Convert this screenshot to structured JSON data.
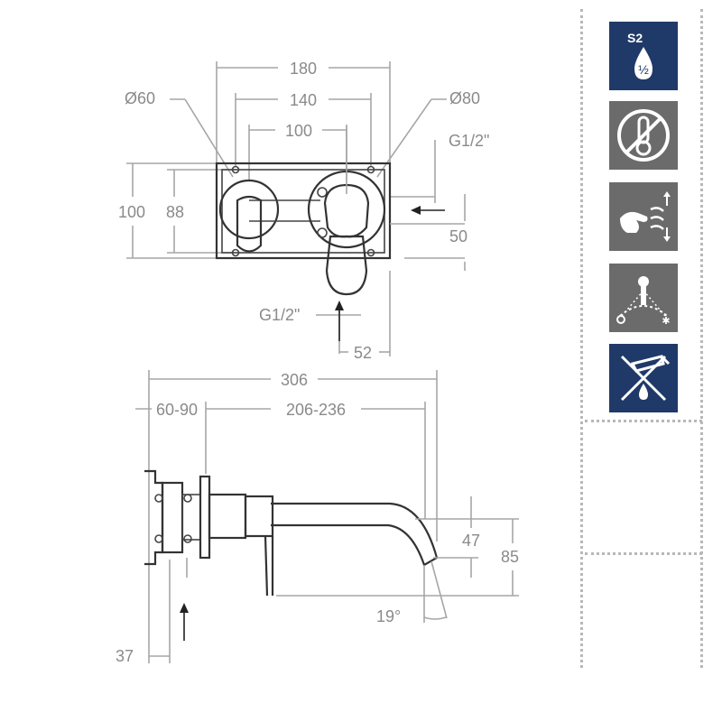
{
  "front_view": {
    "overall_width": "180",
    "inlet_distance": "140",
    "center_distance": "100",
    "left_rosette": "Ø60",
    "right_rosette": "Ø80",
    "height": "100",
    "inner_height": "88",
    "thread_side": "G1/2\"",
    "thread_bottom": "G1/2\"",
    "offset_side": "50",
    "offset_bottom": "52"
  },
  "side_view": {
    "projection": "306",
    "wall_depth": "60-90",
    "spout_reach": "206-236",
    "spout_drop": "47",
    "spout_height": "85",
    "spout_angle": "19°",
    "inlet_offset": "37"
  },
  "sidebar": {
    "icons": [
      {
        "name": "water-saving-icon",
        "text_top": "S2",
        "text_bottom": "½",
        "background": "#1f3a68"
      },
      {
        "name": "no-thermostat-icon",
        "background": "#6b6b6b"
      },
      {
        "name": "wash-hands-icon",
        "background": "#6b6b6b"
      },
      {
        "name": "hot-cold-lever-icon",
        "background": "#6b6b6b"
      },
      {
        "name": "no-aerator-icon",
        "background": "#1f3a68"
      }
    ]
  },
  "colors": {
    "dimension_lines": "#a6a6a6",
    "drawing_lines": "#333333",
    "icon_blue": "#1f3a68",
    "icon_grey": "#6b6b6b"
  }
}
